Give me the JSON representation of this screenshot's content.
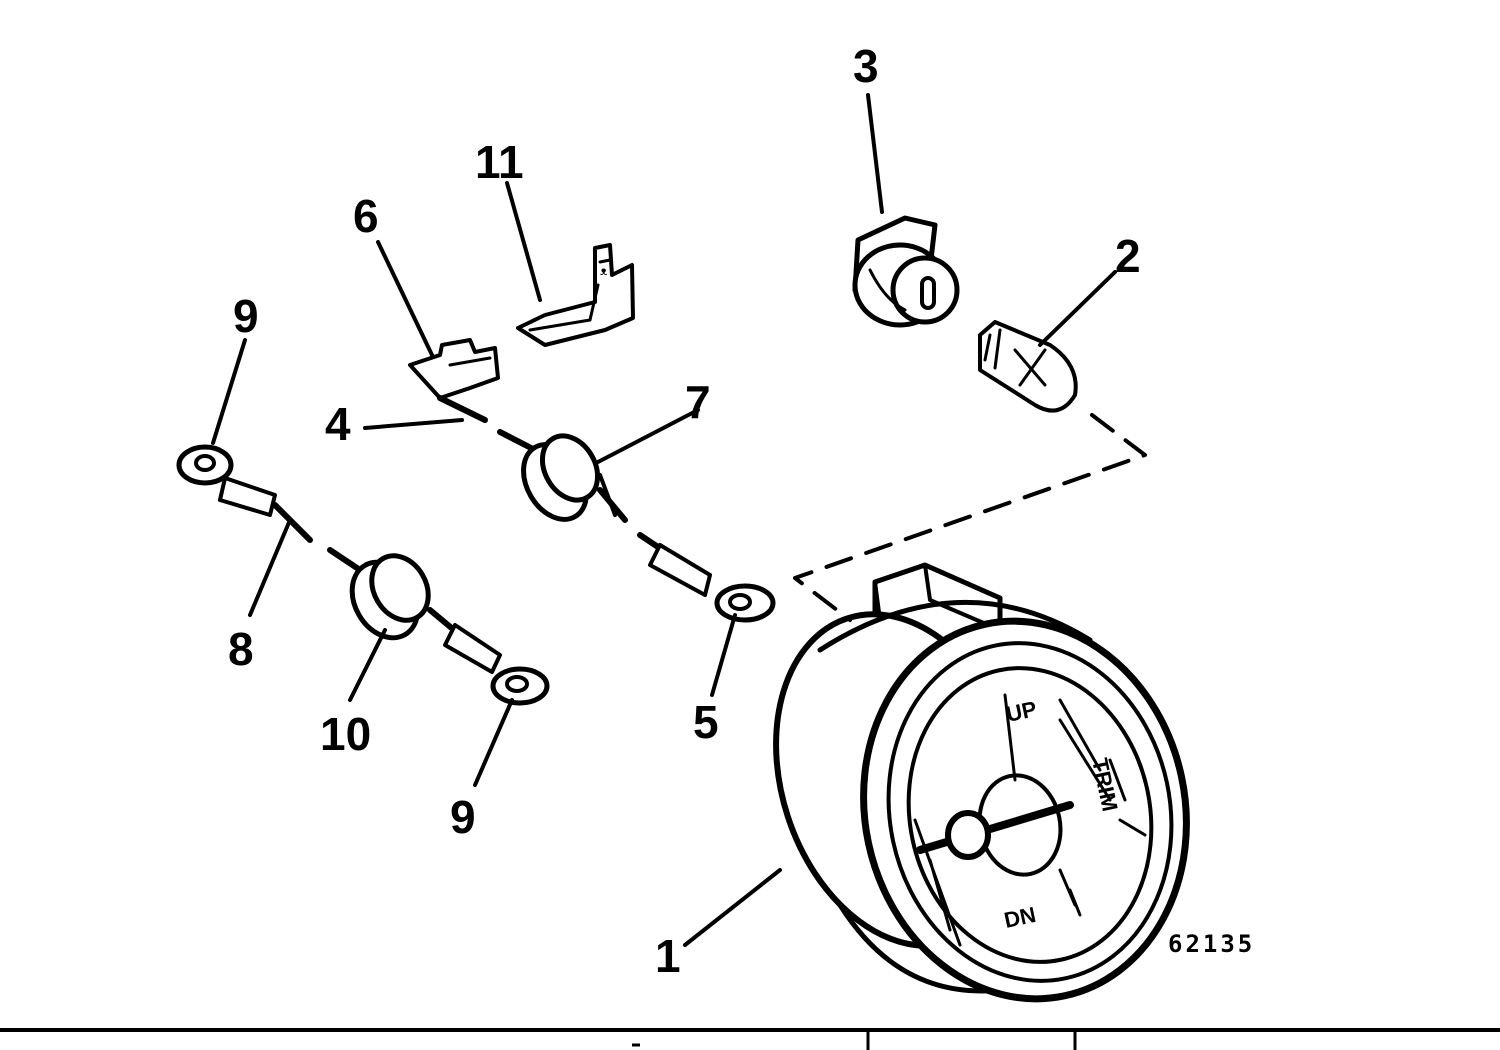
{
  "figure": {
    "number": "62135",
    "callouts": [
      {
        "id": "1",
        "label": "1"
      },
      {
        "id": "2",
        "label": "2"
      },
      {
        "id": "3",
        "label": "3"
      },
      {
        "id": "4",
        "label": "4"
      },
      {
        "id": "5",
        "label": "5"
      },
      {
        "id": "6",
        "label": "6"
      },
      {
        "id": "7",
        "label": "7"
      },
      {
        "id": "8",
        "label": "8"
      },
      {
        "id": "9a",
        "label": "9"
      },
      {
        "id": "9b",
        "label": "9"
      },
      {
        "id": "10",
        "label": "10"
      },
      {
        "id": "11",
        "label": "11"
      }
    ],
    "gauge": {
      "up_label": "UP",
      "down_label": "DN",
      "trim_label": "TRIM"
    }
  }
}
